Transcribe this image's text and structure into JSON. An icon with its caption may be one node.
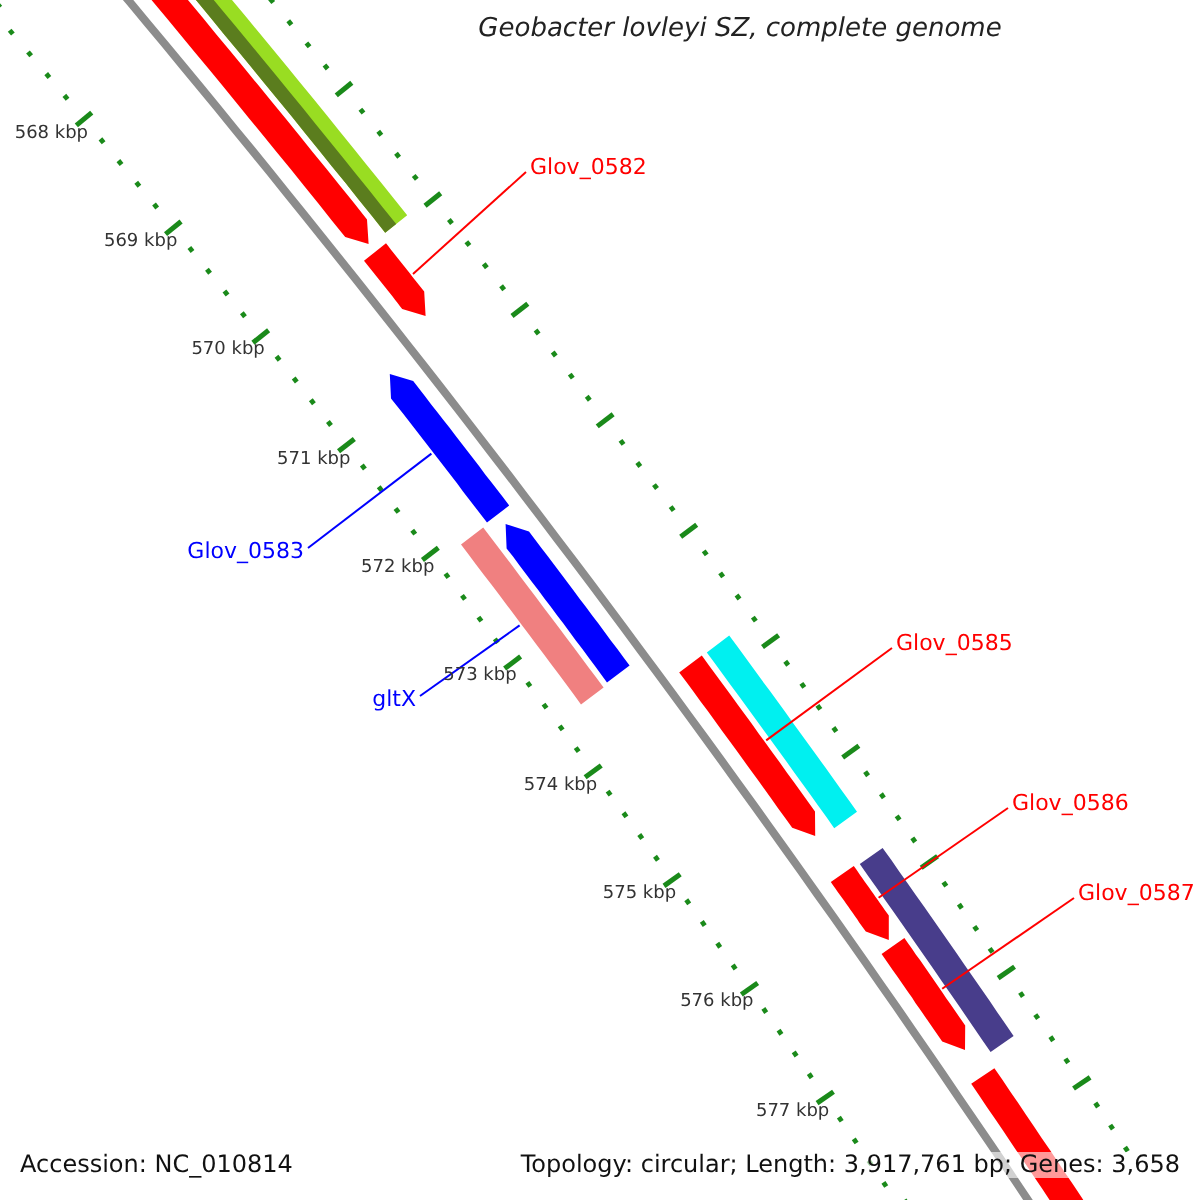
{
  "diagram": {
    "title": "Geobacter lovleyi SZ, complete genome",
    "nodes": [
      {
        "text": [
          "Glov_0582"
        ]
      },
      {
        "text": [],
        "shape": "arrow"
      },
      {
        "text": [
          "Glov_0583"
        ]
      },
      {
        "text": [],
        "shape": "arrow"
      },
      {
        "text": [
          "gltX"
        ]
      },
      {
        "text": [],
        "shape": "bar"
      },
      {
        "text": [
          "Glov_0585"
        ]
      },
      {
        "text": [],
        "shape": "arrow"
      },
      {
        "text": [
          "Glov_0586"
        ]
      },
      {
        "text": [],
        "shape": "arrow"
      },
      {
        "text": [
          "Glov_0587"
        ]
      },
      {
        "text": [],
        "shape": "arrow"
      },
      {
        "text": [],
        "shape": "arrow"
      },
      {
        "text": [],
        "shape": "bar"
      },
      {
        "text": [],
        "shape": "arrow"
      },
      {
        "text": [],
        "shape": "bar"
      },
      {
        "text": [],
        "shape": "bar"
      },
      {
        "text": [],
        "shape": "arrow"
      }
    ],
    "edges": [
      {
        "from": 0,
        "to": 1,
        "arrow": "none",
        "color": "#ff0000"
      },
      {
        "from": 2,
        "to": 3,
        "arrow": "none",
        "color": "#0000ff"
      },
      {
        "from": 4,
        "to": 5,
        "arrow": "none",
        "color": "#0000ff"
      },
      {
        "from": 6,
        "to": 7,
        "arrow": "none",
        "color": "#ff0000"
      },
      {
        "from": 8,
        "to": 9,
        "arrow": "none",
        "color": "#ff0000"
      },
      {
        "from": 10,
        "to": 11,
        "arrow": "none",
        "color": "#ff0000"
      }
    ],
    "labels": [
      "568 kbp",
      "569 kbp",
      "570 kbp",
      "571 kbp",
      "572 kbp",
      "573 kbp",
      "574 kbp",
      "575 kbp",
      "576 kbp",
      "577 kbp",
      "Accession: NC_010814",
      "Topology: circular; Length: 3,917,761 bp; Genes: 3,658"
    ]
  }
}
